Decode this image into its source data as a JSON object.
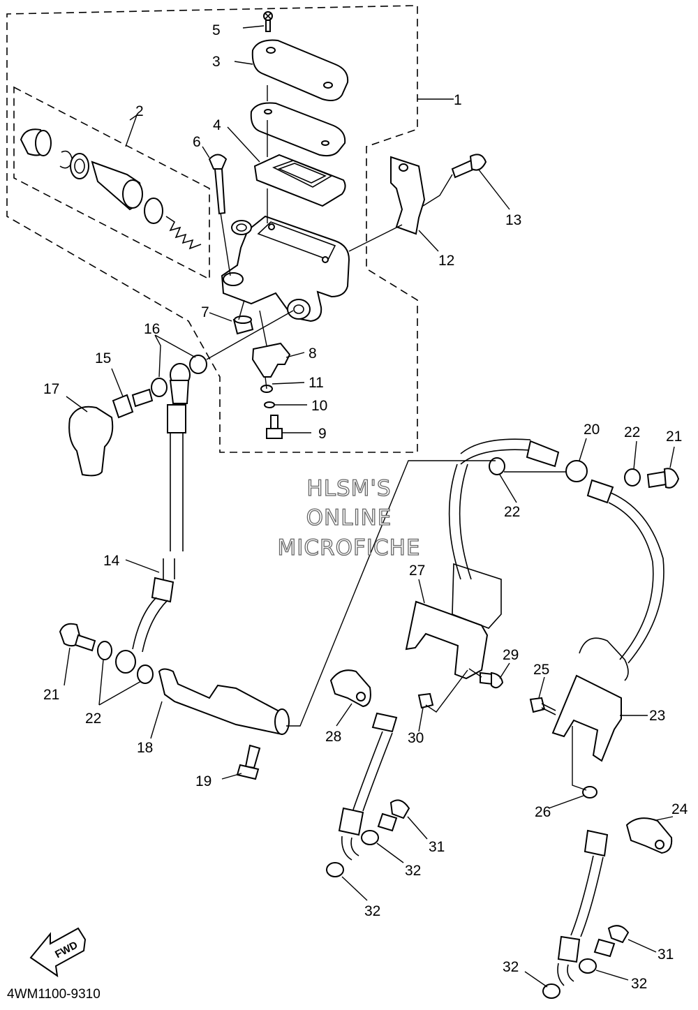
{
  "diagram": {
    "part_code": "4WM1100-9310",
    "watermark": [
      "HLSM'S",
      "ONLINE",
      "MICROFICHE"
    ],
    "direction_marker": "FWD",
    "callouts": [
      "1",
      "2",
      "3",
      "4",
      "5",
      "6",
      "7",
      "8",
      "9",
      "10",
      "11",
      "12",
      "13",
      "14",
      "15",
      "16",
      "17",
      "18",
      "19",
      "20",
      "21",
      "21",
      "22",
      "22",
      "22",
      "22",
      "23",
      "24",
      "25",
      "26",
      "27",
      "28",
      "29",
      "30",
      "31",
      "31",
      "32",
      "32",
      "32",
      "32",
      "32"
    ]
  }
}
